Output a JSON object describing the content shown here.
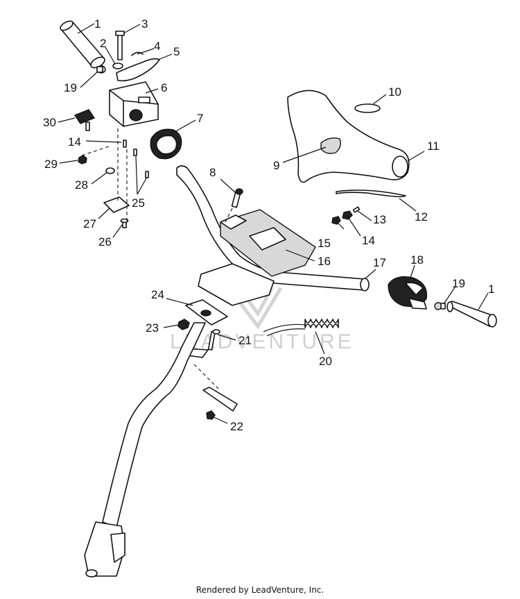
{
  "diagram": {
    "watermark_text": "LEADVENTURE",
    "footer": "Rendered by LeadVenture, Inc.",
    "callouts": {
      "c1a": "1",
      "c2": "2",
      "c3": "3",
      "c4": "4",
      "c5": "5",
      "c6": "6",
      "c7": "7",
      "c8": "8",
      "c9": "9",
      "c10": "10",
      "c11": "11",
      "c12": "12",
      "c13": "13",
      "c14a": "14",
      "c14b": "14",
      "c15": "15",
      "c16": "16",
      "c17": "17",
      "c18": "18",
      "c19a": "19",
      "c19b": "19",
      "c20": "20",
      "c21": "21",
      "c22": "22",
      "c23": "23",
      "c24": "24",
      "c25": "25",
      "c26": "26",
      "c27": "27",
      "c28": "28",
      "c29": "29",
      "c30": "30",
      "c1b": "1"
    }
  }
}
